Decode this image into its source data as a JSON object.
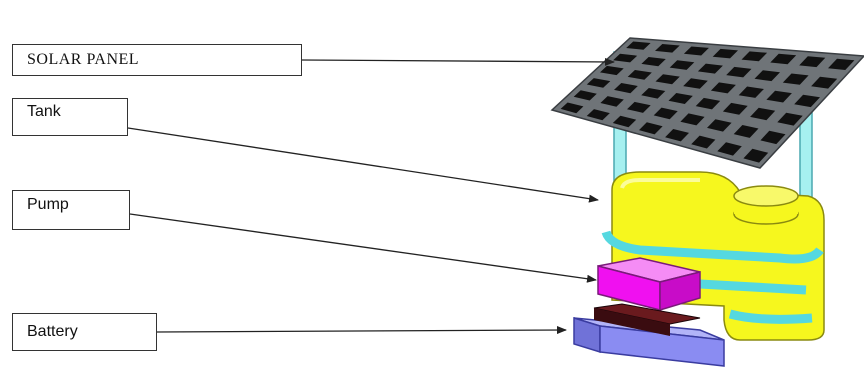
{
  "labels": {
    "solar_panel": "SOLAR PANEL",
    "tank": "Tank",
    "pump": "Pump",
    "battery": "Battery"
  },
  "colors": {
    "panel_frame": "#6f7478",
    "panel_cell": "#111111",
    "frame_pipe": "#a6f0f0",
    "tank": "#f6f71e",
    "pump": "#f010f0",
    "battery_base": "#8a8cf2",
    "battery_top": "#3a0c10",
    "arrow": "#222222"
  }
}
